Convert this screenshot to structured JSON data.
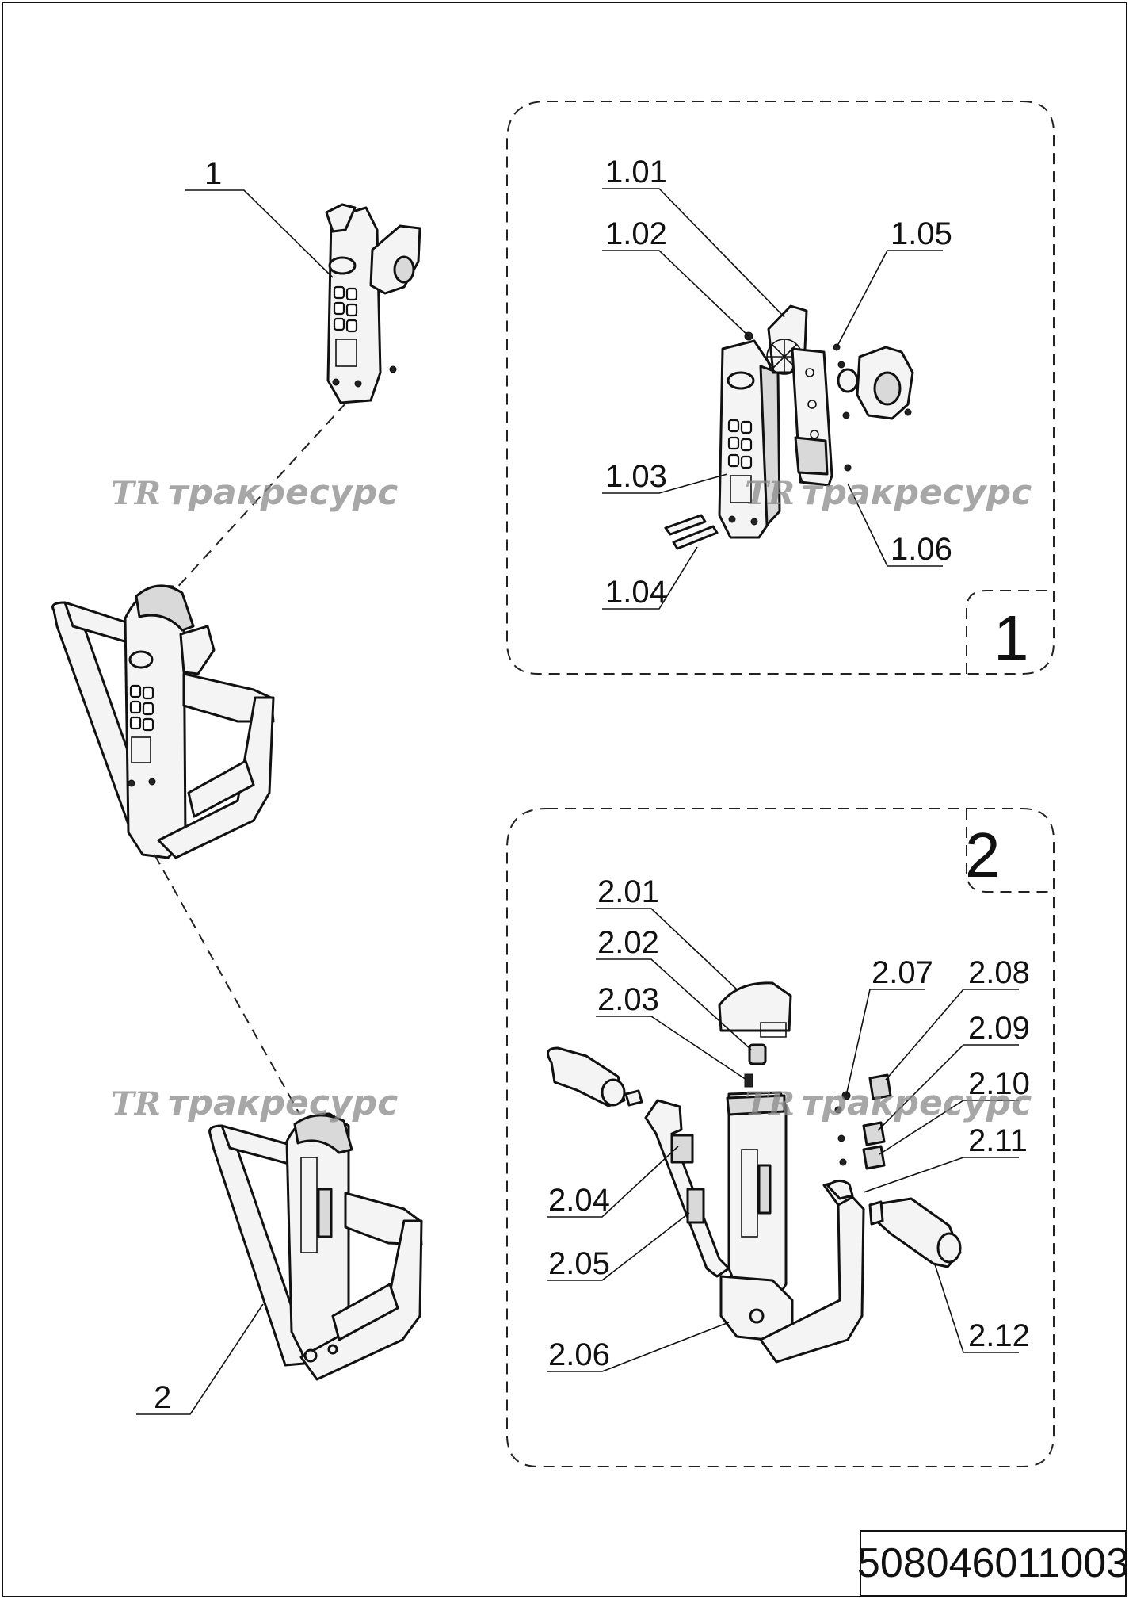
{
  "labels": {
    "assembly_1": "1",
    "assembly_2": "2",
    "p1_01": "1.01",
    "p1_02": "1.02",
    "p1_03": "1.03",
    "p1_04": "1.04",
    "p1_05": "1.05",
    "p1_06": "1.06",
    "p2_01": "2.01",
    "p2_02": "2.02",
    "p2_03": "2.03",
    "p2_04": "2.04",
    "p2_05": "2.05",
    "p2_06": "2.06",
    "p2_07": "2.07",
    "p2_08": "2.08",
    "p2_09": "2.09",
    "p2_10": "2.10",
    "p2_11": "2.11",
    "p2_12": "2.12"
  },
  "panels": {
    "panel_1": "1",
    "panel_2": "2"
  },
  "watermark": {
    "logo": "TR",
    "text": "тракресурс"
  },
  "part_number": "508046011003"
}
